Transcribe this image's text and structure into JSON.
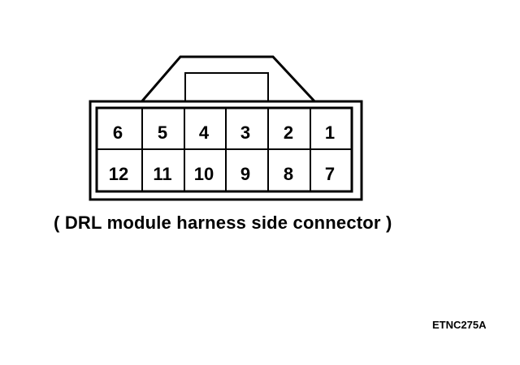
{
  "connector": {
    "top_row_pins": [
      "6",
      "5",
      "4",
      "3",
      "2",
      "1"
    ],
    "bottom_row_pins": [
      "12",
      "11",
      "10",
      "9",
      "8",
      "7"
    ]
  },
  "caption": "( DRL module harness side connector )",
  "figure_code": "ETNC275A"
}
